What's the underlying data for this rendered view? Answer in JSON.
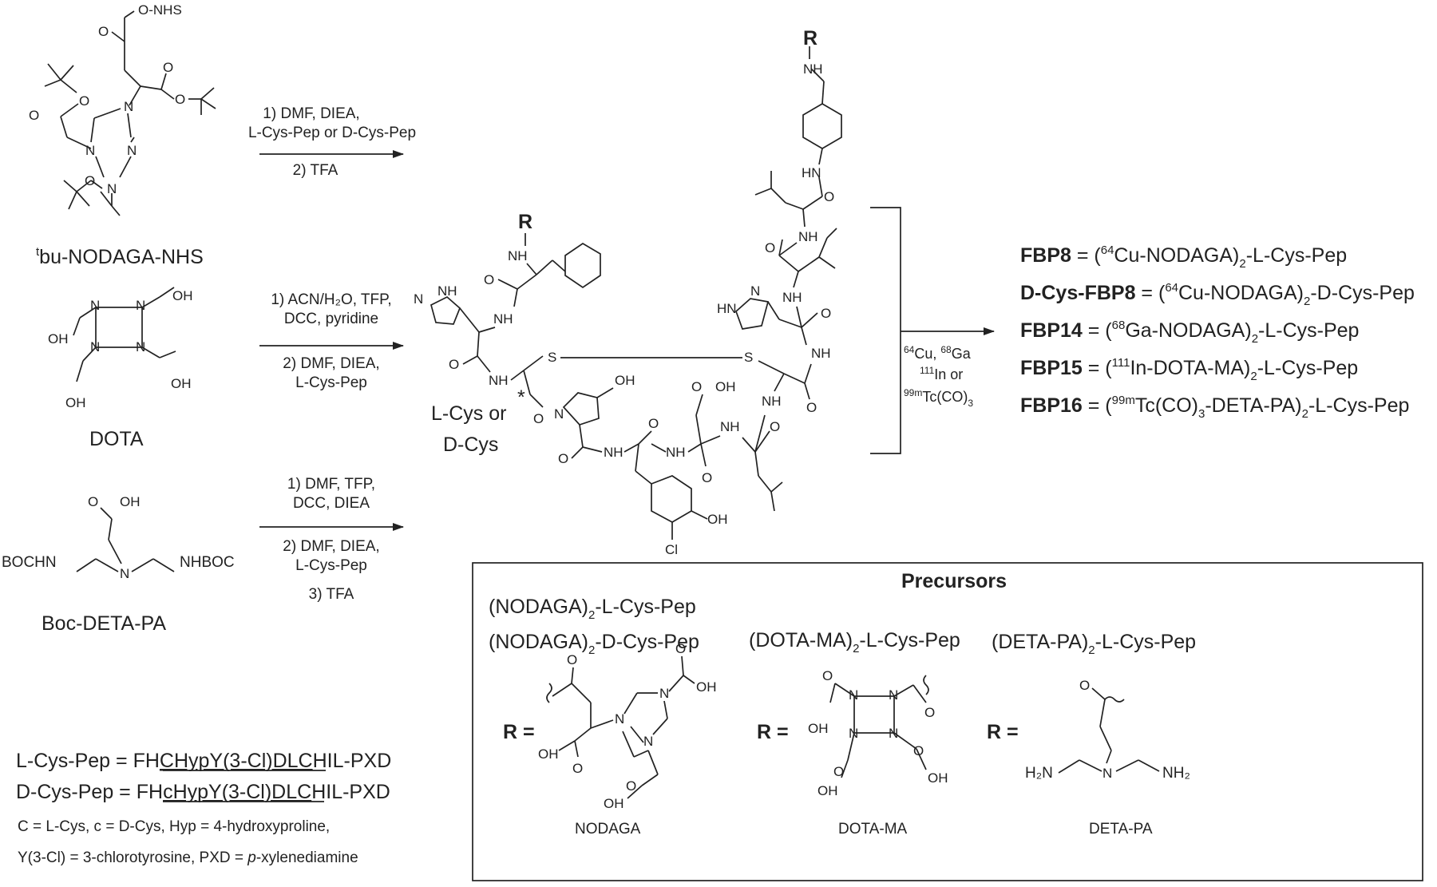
{
  "reagents": [
    {
      "name": "tBu-NODAGA-NHS",
      "label_sup": "t",
      "label_main": "bu-NODAGA-NHS",
      "top_group": "O-NHS"
    },
    {
      "name": "DOTA",
      "label": "DOTA"
    },
    {
      "name": "Boc-DETA-PA",
      "label": "Boc-DETA-PA",
      "left_group": "BOCHN",
      "right_group": "NHBOC"
    }
  ],
  "conditions": {
    "route1": [
      "1) DMF, DIEA,",
      "L-Cys-Pep or D-Cys-Pep",
      "2) TFA"
    ],
    "route2": [
      "1) ACN/H₂O, TFP,",
      "DCC, pyridine",
      "2) DMF, DIEA,",
      "L-Cys-Pep"
    ],
    "route3": [
      "1) DMF, TFP,",
      "DCC, DIEA",
      "2) DMF, DIEA,",
      "L-Cys-Pep",
      "3) TFA"
    ],
    "radiolabel": {
      "line1": "Cu, ",
      "sup1a": "64",
      "sup1b": "68",
      "line1b": "Ga",
      "sup2": "111",
      "line2": "In or",
      "sup3": "99m",
      "line3": "Tc(CO)",
      "sub3": "3"
    }
  },
  "peptide": {
    "stereo_label_1": "L-Cys or",
    "stereo_label_2": "D-Cys",
    "star": "*",
    "r_label": "R",
    "atoms": {
      "nh": "NH",
      "hn": "HN",
      "n": "N",
      "o": "O",
      "oh": "OH",
      "s": "S",
      "cl": "Cl"
    }
  },
  "products": [
    {
      "bold": "FBP8",
      "rest": " = (",
      "iso": "64",
      "tail": "Cu-NODAGA)",
      "sub": "2",
      "end": "-L-Cys-Pep"
    },
    {
      "bold": "D-Cys-FBP8",
      "rest": " = (",
      "iso": "64",
      "tail": "Cu-NODAGA)",
      "sub": "2",
      "end": "-D-Cys-Pep"
    },
    {
      "bold": "FBP14",
      "rest": " = (",
      "iso": "68",
      "tail": "Ga-NODAGA)",
      "sub": "2",
      "end": "-L-Cys-Pep"
    },
    {
      "bold": "FBP15",
      "rest": " = (",
      "iso": "111",
      "tail": "In-DOTA-MA)",
      "sub": "2",
      "end": "-L-Cys-Pep"
    },
    {
      "bold": "FBP16",
      "rest": " = (",
      "iso": "99m",
      "tail": "Tc(CO)",
      "sub": "3",
      "mid": "-DETA-PA)",
      "sub2": "2",
      "end": "-L-Cys-Pep"
    }
  ],
  "precursors": {
    "title": "Precursors",
    "items": [
      {
        "pre": "(NODAGA)",
        "sub": "2",
        "post": "-L-Cys-Pep"
      },
      {
        "pre": "(NODAGA)",
        "sub": "2",
        "post": "-D-Cys-Pep"
      },
      {
        "pre": "(DOTA-MA)",
        "sub": "2",
        "post": "-L-Cys-Pep"
      },
      {
        "pre": "(DETA-PA)",
        "sub": "2",
        "post": "-L-Cys-Pep"
      }
    ],
    "r_equals": "R =",
    "structures": [
      {
        "name": "NODAGA"
      },
      {
        "name": "DOTA-MA"
      },
      {
        "name": "DETA-PA",
        "left": "H₂N",
        "right": "NH₂"
      }
    ]
  },
  "legend": {
    "l_cys_prefix": "L-Cys-Pep = FH",
    "l_cys_underlined": "CHypY(3-Cl)DLC",
    "l_cys_suffix": "HIL-PXD",
    "d_cys_prefix": "D-Cys-Pep = FH",
    "d_cys_underlined": "cHypY(3-Cl)DLC",
    "d_cys_suffix": "HIL-PXD",
    "note1": "C = L-Cys, c = D-Cys, Hyp = 4-hydroxyproline,",
    "note2_a": "Y(3-Cl) = 3-chlorotyrosine, PXD = ",
    "note2_b": "p",
    "note2_c": "-xylenediamine"
  }
}
